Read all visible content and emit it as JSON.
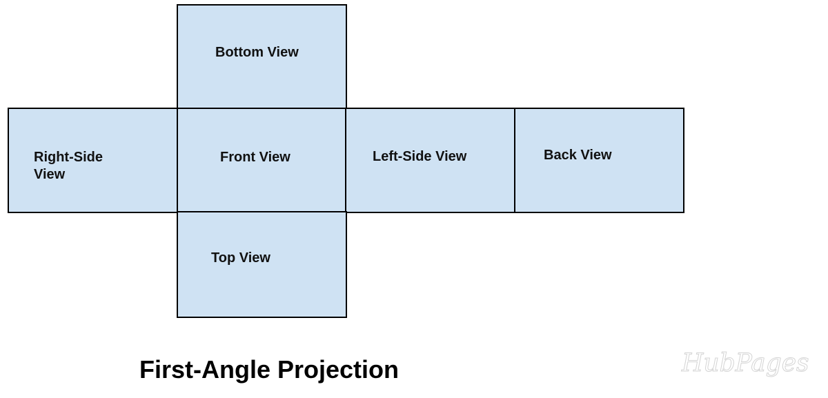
{
  "diagram": {
    "caption": "First-Angle Projection",
    "fill_color": "#cfe2f3",
    "border_color": "#000000",
    "faces": {
      "bottom": "Bottom View",
      "right_side": "Right-Side\nView",
      "front": "Front View",
      "left_side": "Left-Side View",
      "back": "Back View",
      "top": "Top View"
    }
  },
  "watermark": {
    "text": "HubPages"
  }
}
